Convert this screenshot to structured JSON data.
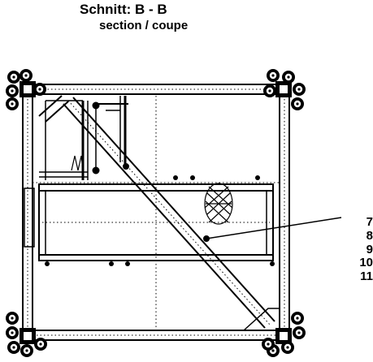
{
  "title": "Schnitt: B - B",
  "subtitle": "section / coupe",
  "callout_labels": [
    "7",
    "8",
    "9",
    "10",
    "11"
  ],
  "colors": {
    "ink": "#000000",
    "paper": "#ffffff"
  }
}
